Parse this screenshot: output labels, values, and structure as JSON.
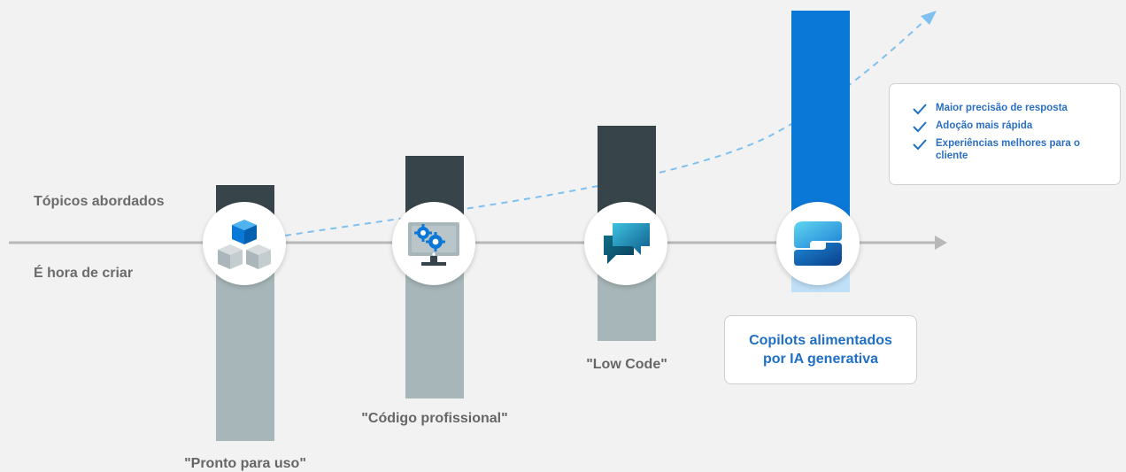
{
  "labels": {
    "topics": "Tópicos abordados",
    "build_time": "É hora de criar"
  },
  "stages": [
    {
      "caption": "\"Pronto para uso\"",
      "icon": "boxes-icon"
    },
    {
      "caption": "\"Código profissional\"",
      "icon": "monitor-gears-icon"
    },
    {
      "caption": "\"Low Code\"",
      "icon": "chat-bubble-icon"
    },
    {
      "caption": "Copilots alimentados por IA generativa",
      "icon": "copilot-logo-icon"
    }
  ],
  "benefits": [
    "Maior precisão de resposta",
    "Adoção mais rápida",
    "Experiências melhores para o cliente"
  ],
  "colors": {
    "dark_bar": "#37444a",
    "light_bar": "#a7b6b9",
    "accent_blue": "#0a78d7",
    "light_blue": "#bfe0f7",
    "axis": "#b8b8b8",
    "trend": "#7ec0f0"
  }
}
